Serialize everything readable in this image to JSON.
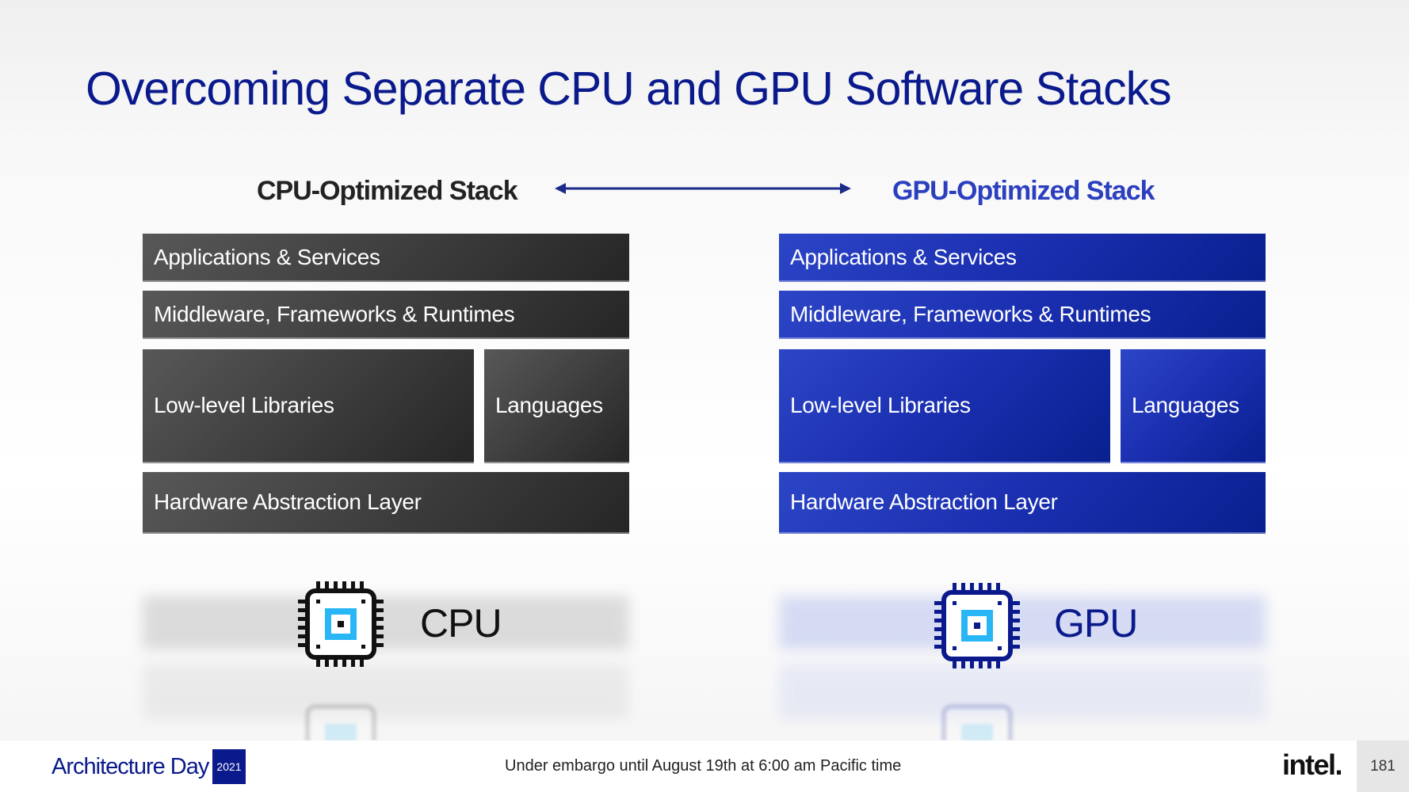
{
  "title": "Overcoming Separate CPU and GPU Software Stacks",
  "cpu_stack": {
    "heading": "CPU-Optimized Stack",
    "layers": {
      "applications": "Applications & Services",
      "middleware": "Middleware, Frameworks & Runtimes",
      "libraries": "Low-level Libraries",
      "languages": "Languages",
      "hal": "Hardware Abstraction Layer"
    },
    "processor_label": "CPU"
  },
  "gpu_stack": {
    "heading": "GPU-Optimized Stack",
    "layers": {
      "applications": "Applications & Services",
      "middleware": "Middleware, Frameworks & Runtimes",
      "libraries": "Low-level Libraries",
      "languages": "Languages",
      "hal": "Hardware Abstraction Layer"
    },
    "processor_label": "GPU"
  },
  "footer": {
    "event": "Architecture Day",
    "year": "2021",
    "embargo": "Under embargo until August 19th at 6:00 am Pacific time",
    "logo": "intel.",
    "page_number": "181"
  },
  "colors": {
    "title": "#0a1a8c",
    "cpu_block": "#3c3c3c",
    "gpu_block": "#1a2fb0",
    "chip_accent": "#29b6f6"
  },
  "icons": [
    "double-arrow-icon",
    "cpu-chip-icon",
    "gpu-chip-icon"
  ]
}
